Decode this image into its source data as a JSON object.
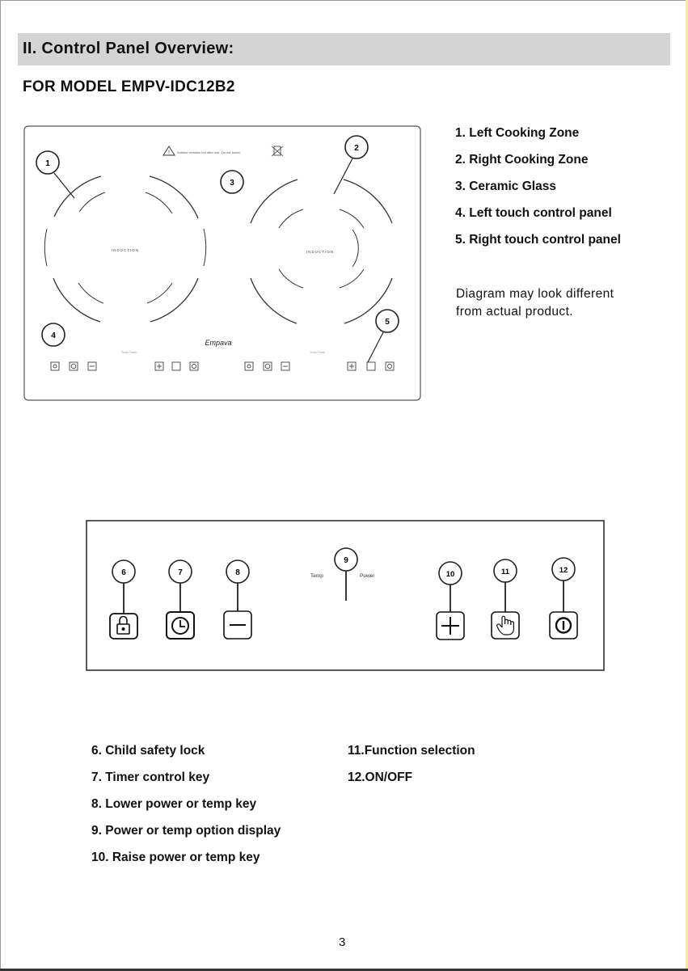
{
  "section_title": "II. Control Panel Overview:",
  "model_title": "FOR MODEL EMPV-IDC12B2",
  "legend": [
    "1.  Left Cooking Zone",
    "2.  Right Cooking Zone",
    "3.  Ceramic  Glass",
    "4.  Left touch control panel",
    "5.  Right touch control panel"
  ],
  "note_line1": "Diagram may look different",
  "note_line2": "from actual product.",
  "cooktop": {
    "warning_text": "Surface remains hot after use. Do not touch!",
    "zone_label_left": "INDUCTION",
    "zone_label_right": "INDUCTION",
    "brand": "Empava",
    "callouts": [
      "1",
      "2",
      "3",
      "4",
      "5"
    ]
  },
  "panel": {
    "callouts": [
      "6",
      "7",
      "8",
      "9",
      "10",
      "11",
      "12"
    ],
    "temp_label": "Temp",
    "power_label": "Power"
  },
  "key_list_left": [
    "6.  Child safety lock",
    "7.  Timer control key",
    "8.   Lower power or temp key",
    "9.   Power or temp option display",
    "10.  Raise power or temp key"
  ],
  "key_list_right": [
    "11.Function selection",
    "12.ON/OFF"
  ],
  "page_number": "3"
}
